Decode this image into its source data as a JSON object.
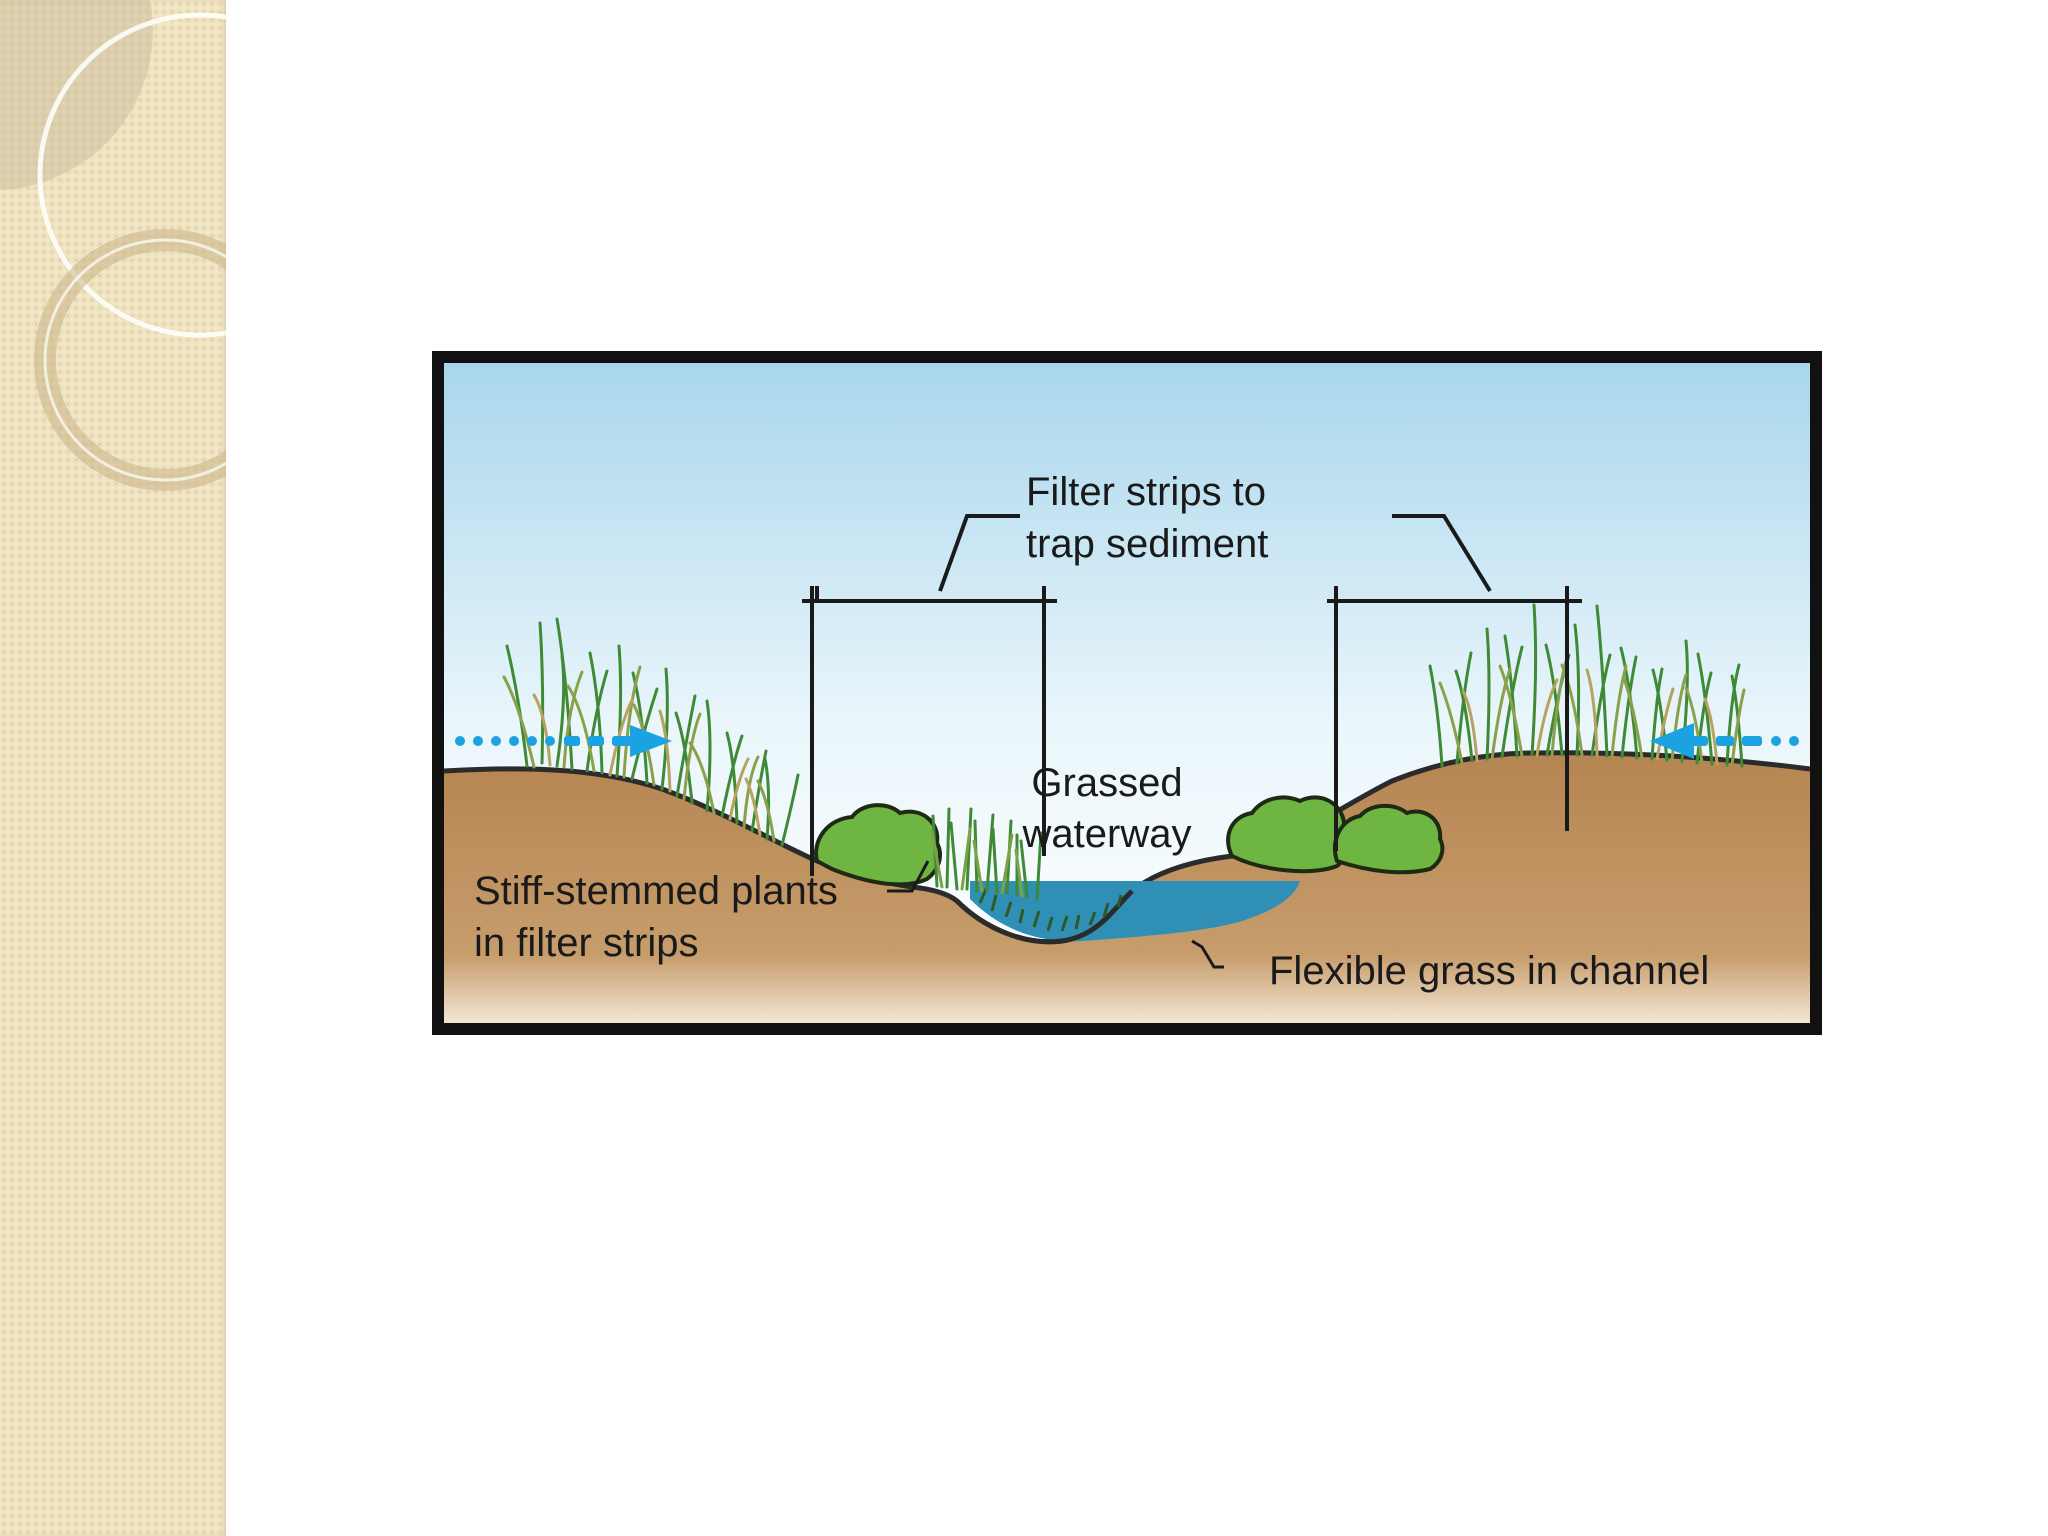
{
  "diagram": {
    "labels": {
      "filter_strips_line1": "Filter strips to",
      "filter_strips_line2": "trap sediment",
      "grassed_line1": "Grassed",
      "grassed_line2": "waterway",
      "stiff_line1": "Stiff-stemmed plants",
      "stiff_line2": "in filter strips",
      "flexible": "Flexible grass in channel"
    },
    "colors": {
      "sky_top": "#a9d6ec",
      "sky_bottom": "#ffffff",
      "soil": "#b88a56",
      "water": "#2f8fb5",
      "flow_arrow": "#1aa3e0",
      "shrub": "#6fb542",
      "grass": "#4f8f3a",
      "frame": "#111111",
      "panel": "#efe2bf"
    },
    "icons": [
      "flow-arrow-left-icon",
      "flow-arrow-right-icon"
    ]
  }
}
